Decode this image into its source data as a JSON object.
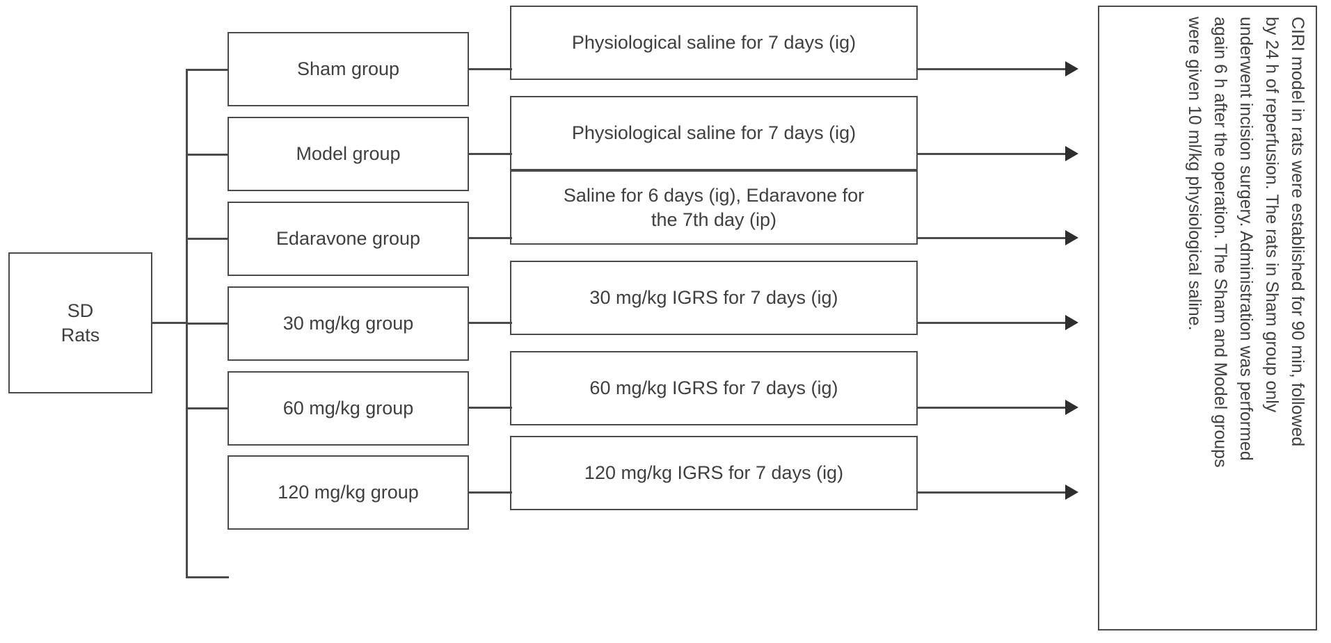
{
  "figure": {
    "root": {
      "label": "SD\nRats"
    },
    "rows": [
      {
        "group": "Sham group",
        "treatment": "Physiological saline for 7 days (ig)"
      },
      {
        "group": "Model group",
        "treatment": "Physiological saline for 7 days (ig)"
      },
      {
        "group": "Edaravone group",
        "treatment": "Saline for 6 days (ig), Edaravone for\nthe 7th day (ip)"
      },
      {
        "group": "30 mg/kg group",
        "treatment": "30 mg/kg IGRS for 7 days (ig)"
      },
      {
        "group": "60 mg/kg group",
        "treatment": "60 mg/kg  IGRS for 7 days (ig)"
      },
      {
        "group": "120 mg/kg group",
        "treatment": "120 mg/kg IGRS for 7 days (ig)"
      }
    ],
    "description": {
      "lines": [
        "CIRI model in rats were established for 90 min, followed",
        "by 24 h of reperfusion. The rats in Sham group only",
        "underwent incision surgery. Administration was performed",
        "again 6 h after the operation. The Sham and Model groups",
        "were given 10 ml/kg physiological saline."
      ]
    },
    "colors": {
      "stroke": "#4a4a4a",
      "text": "#3f3f3f",
      "arrow": "#2e2e2e",
      "background": "#ffffff"
    }
  }
}
